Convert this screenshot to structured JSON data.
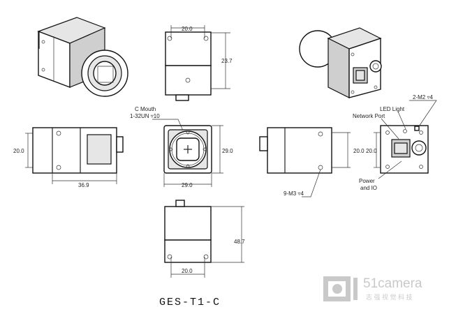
{
  "title": "GES-T1-C",
  "labels": {
    "c_mouth": "C Mouth",
    "thread": "1-32UN ▿10",
    "led_light": "LED Light",
    "network_port": "Network Port",
    "m2": "2-M2 ▿4",
    "m3": "9-M3 ▿4",
    "power_1": "Power",
    "power_2": "and IO"
  },
  "dimensions": {
    "top_width": "20.0",
    "top_height": "23.7",
    "left_height": "20.0",
    "left_length": "36.9",
    "front_height": "29.0",
    "front_width": "29.0",
    "right_h1": "20.0",
    "right_h2": "20.0",
    "bottom_height": "48.7",
    "bottom_width": "20.0"
  },
  "watermark": {
    "brand": "51camera",
    "subtitle": "志 强 视 觉 科 技"
  }
}
